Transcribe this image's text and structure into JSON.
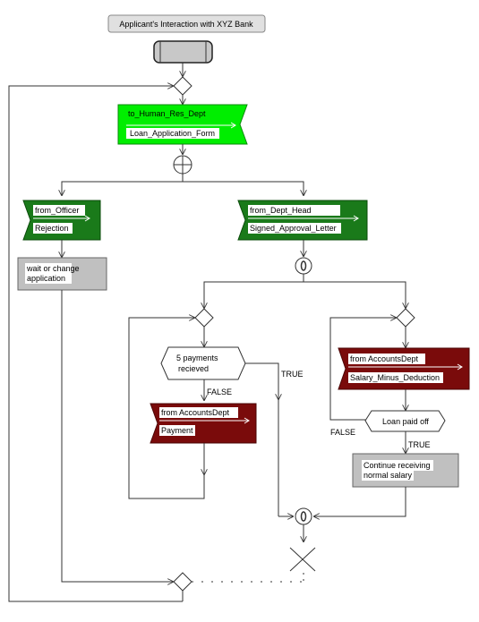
{
  "title": "Applicant's Interaction with XYZ Bank",
  "messages": {
    "to_hr": {
      "to": "to_Human_Res_Dept",
      "msg": "Loan_Application_Form"
    },
    "from_officer": {
      "from": "from_Officer",
      "msg": "Rejection"
    },
    "from_dept_head": {
      "from": "from_Dept_Head",
      "msg": "Signed_Approval_Letter"
    },
    "from_accounts_payment": {
      "from": "from AccountsDept",
      "msg": "Payment"
    },
    "from_accounts_salary": {
      "from": "from AccountsDept",
      "msg": "Salary_Minus_Deduction"
    }
  },
  "activities": {
    "wait": {
      "line1": "wait or change",
      "line2": "application"
    },
    "continue_salary": {
      "line1": "Continue receiving",
      "line2": "normal salary"
    }
  },
  "conditions": {
    "five_payments": {
      "line1": "5 payments",
      "line2": "recieved"
    },
    "loan_paid_off": {
      "line1": "Loan paid off"
    }
  },
  "labels": {
    "true1": "TRUE",
    "false1": "FALSE",
    "false2": "FALSE",
    "true2": "TRUE"
  },
  "colors": {
    "bright_green": "#00ee00",
    "dark_green": "#1a7a1a",
    "dark_red": "#7a0b0b",
    "gray": "#c0c0c0",
    "title_bg": "#e0e0e0"
  }
}
